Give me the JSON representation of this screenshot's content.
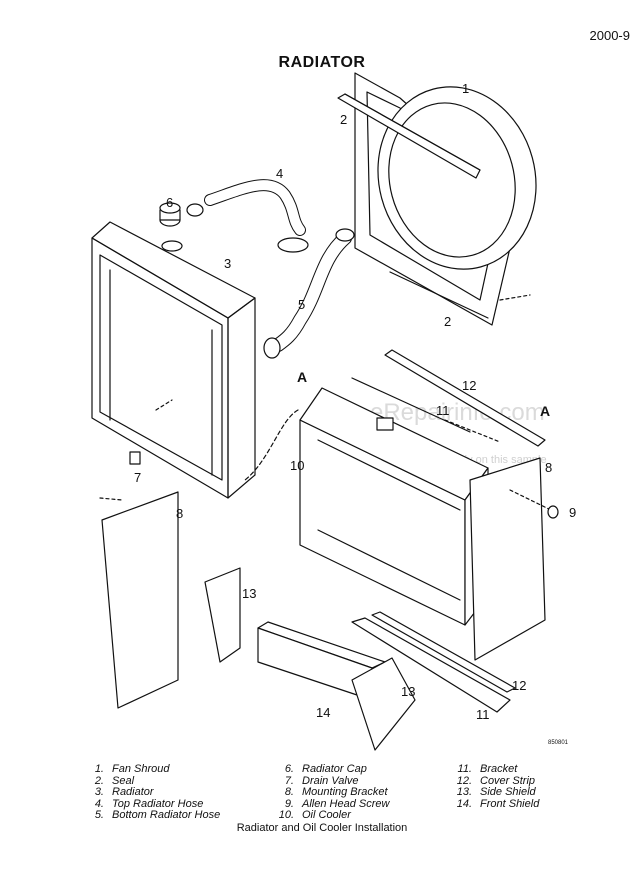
{
  "page_number": "2000-9",
  "title": "RADIATOR",
  "caption": "Radiator and Oil Cooler Installation",
  "figure_number": "850801",
  "watermark": {
    "line1": "eRepairinfo.com",
    "line2": "watermark only on this sample"
  },
  "callouts": {
    "c1": "1",
    "c2a": "2",
    "c2b": "2",
    "c3": "3",
    "c4": "4",
    "c5": "5",
    "c6": "6",
    "c7": "7",
    "c8a": "8",
    "c8b": "8",
    "c9": "9",
    "c10": "10",
    "c11a": "11",
    "c11b": "11",
    "c12a": "12",
    "c12b": "12",
    "c13a": "13",
    "c13b": "13",
    "c14": "14",
    "cAa": "A",
    "cAb": "A"
  },
  "legend": {
    "col1": [
      {
        "num": "1.",
        "label": "Fan Shroud"
      },
      {
        "num": "2.",
        "label": "Seal"
      },
      {
        "num": "3.",
        "label": "Radiator"
      },
      {
        "num": "4.",
        "label": "Top Radiator Hose"
      },
      {
        "num": "5.",
        "label": "Bottom Radiator Hose"
      }
    ],
    "col2": [
      {
        "num": "6.",
        "label": "Radiator Cap"
      },
      {
        "num": "7.",
        "label": "Drain Valve"
      },
      {
        "num": "8.",
        "label": "Mounting Bracket"
      },
      {
        "num": "9.",
        "label": "Allen Head Screw"
      },
      {
        "num": "10.",
        "label": "Oil Cooler"
      }
    ],
    "col3": [
      {
        "num": "11.",
        "label": "Bracket"
      },
      {
        "num": "12.",
        "label": "Cover Strip"
      },
      {
        "num": "13.",
        "label": "Side Shield"
      },
      {
        "num": "14.",
        "label": "Front Shield"
      }
    ]
  }
}
